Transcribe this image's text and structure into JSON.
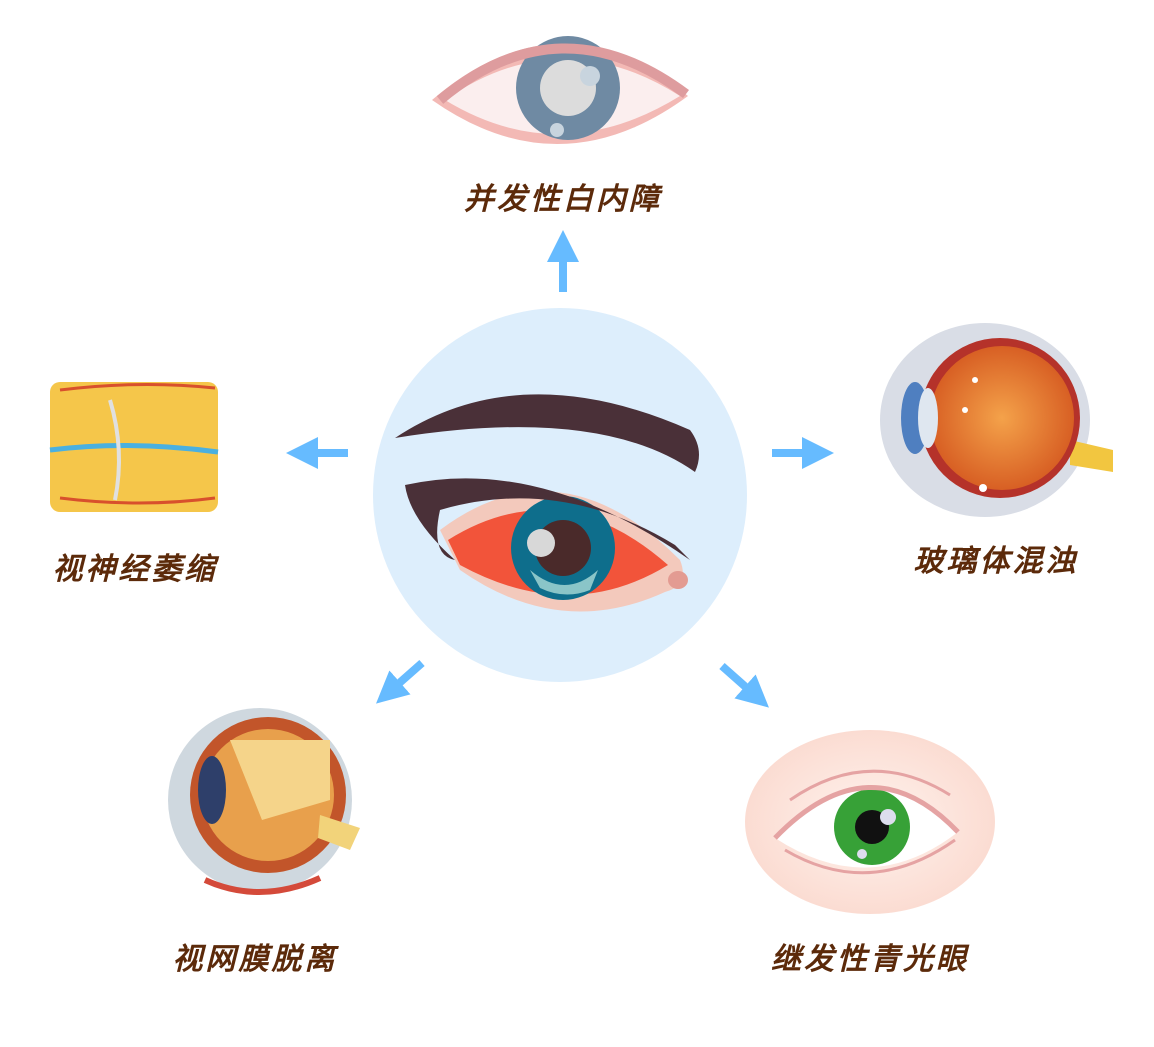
{
  "colors": {
    "label": "#5c2a0a",
    "arrow": "#66bbff",
    "center_circle": "#ddeefc"
  },
  "center": {
    "icon": "red-inflamed-eye-icon"
  },
  "conditions": [
    {
      "label": "并发性白内障",
      "icon": "cataract-eye-icon",
      "direction": "up"
    },
    {
      "label": "玻璃体混浊",
      "icon": "vitreous-eyeball-icon",
      "direction": "right"
    },
    {
      "label": "继发性青光眼",
      "icon": "green-eye-icon",
      "direction": "down-right"
    },
    {
      "label": "视网膜脱离",
      "icon": "eyeball-cross-section-icon",
      "direction": "down-left"
    },
    {
      "label": "视神经萎缩",
      "icon": "optic-nerve-icon",
      "direction": "left"
    }
  ]
}
